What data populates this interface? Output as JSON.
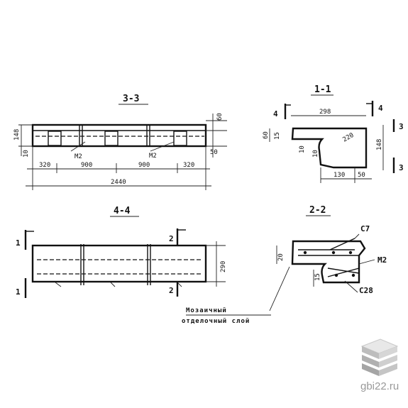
{
  "sections": {
    "s33": {
      "title": "3-3",
      "dims": {
        "h_total": "148",
        "top": "60",
        "bottom": "50",
        "ten": "10",
        "d_left": "320",
        "d_mid1": "900",
        "d_mid2": "900",
        "d_right": "320",
        "total": "2440",
        "mark_left": "М2",
        "mark_right": "М2"
      }
    },
    "s11": {
      "title": "1-1",
      "cut_left": "4",
      "cut_right": "4",
      "cut_bot_right": "3",
      "cut_top_right": "3",
      "dims": {
        "width": "298",
        "left_h": "60",
        "left_sm": "15",
        "angle": "220",
        "right_h": "148",
        "ten_a": "10",
        "ten_b": "10",
        "bottom": "130",
        "right_b": "50"
      }
    },
    "s44": {
      "title": "4-4",
      "cut_l_top": "1",
      "cut_l_bot": "1",
      "cut_r_top": "2",
      "cut_r_bot": "2",
      "dims": {
        "height": "290"
      }
    },
    "s22": {
      "title": "2-2",
      "labels": {
        "c7": "С7",
        "m2": "М2",
        "c28": "С28"
      },
      "dims": {
        "d20": "20",
        "d15": "15"
      }
    }
  },
  "note_line1": "Мозаичный",
  "note_line2": "отделочный слой",
  "watermark": "gbi22.ru"
}
